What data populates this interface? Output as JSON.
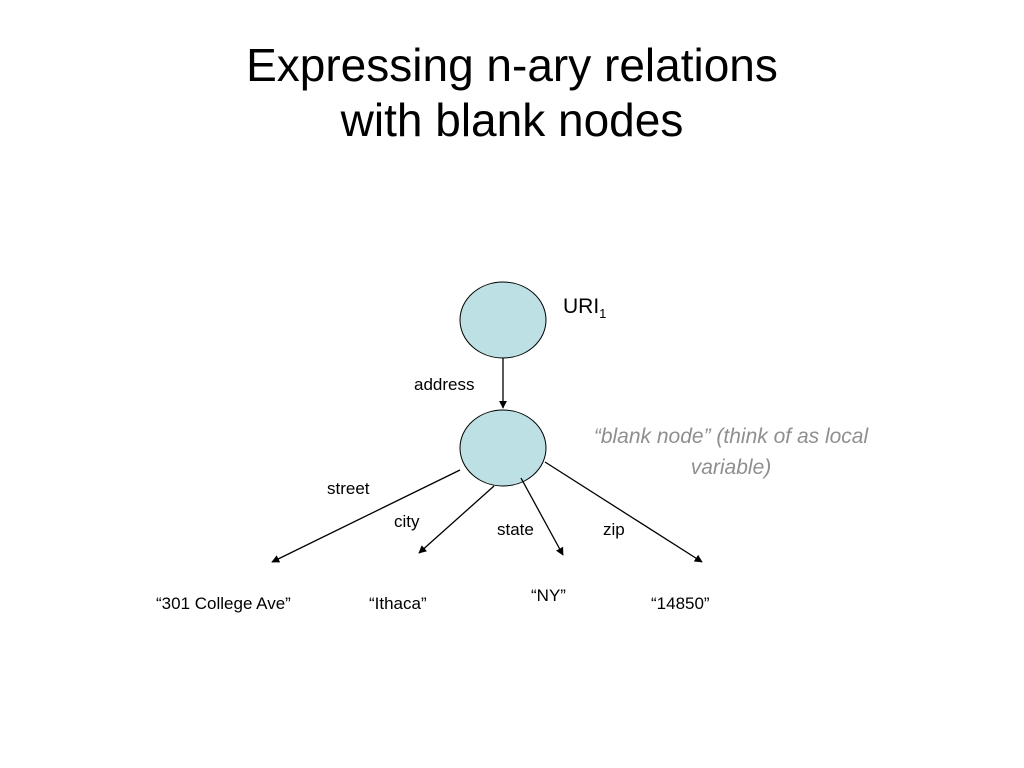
{
  "slide": {
    "title_line1": "Expressing n-ary relations",
    "title_line2": "with blank nodes"
  },
  "nodes": {
    "uri_label": "URI",
    "uri_subscript": "1",
    "blank_note": "“blank node” (think of as local variable)",
    "fill_color": "#bde0e4"
  },
  "edges": {
    "address": "address",
    "street": "street",
    "city": "city",
    "state": "state",
    "zip": "zip"
  },
  "literals": {
    "street_value": "“301 College Ave”",
    "city_value": "“Ithaca”",
    "state_value": "“NY”",
    "zip_value": "“14850”"
  }
}
